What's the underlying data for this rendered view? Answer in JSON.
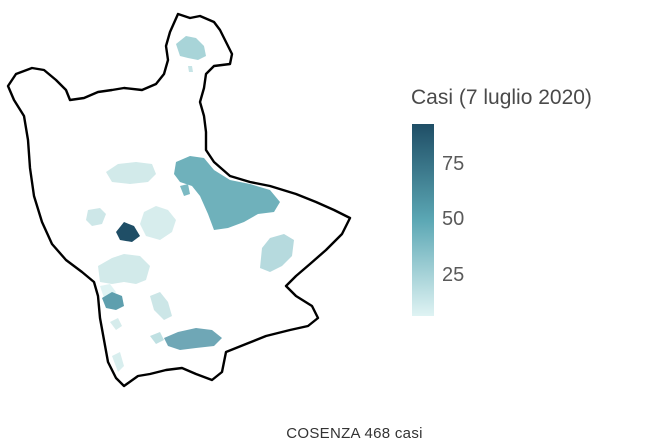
{
  "legend": {
    "title": "Casi (7 luglio 2020)",
    "ticks": [
      "75",
      "50",
      "25"
    ],
    "color_high": "#1f4e66",
    "color_mid": "#5ba7b4",
    "color_low": "#dff3f3"
  },
  "caption": "COSENZA 468 casi",
  "colors": {
    "outline": "#000000",
    "land": "#ffffff"
  }
}
